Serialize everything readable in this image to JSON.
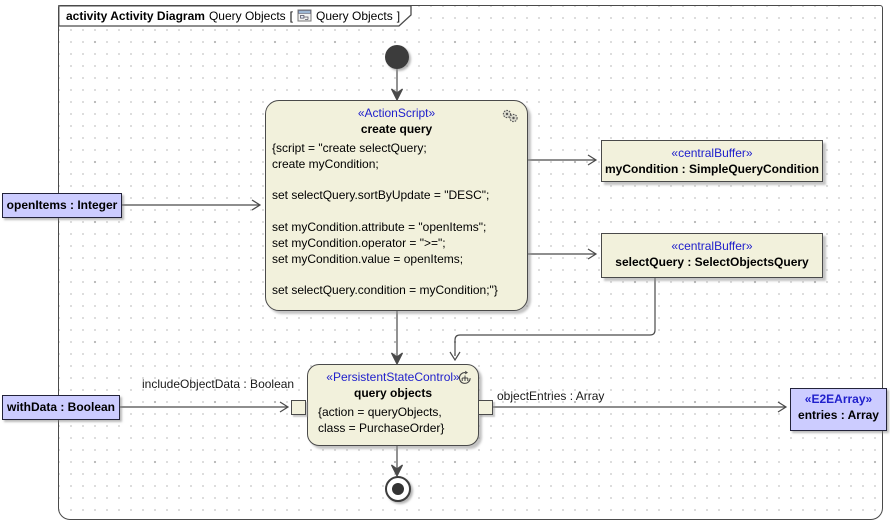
{
  "diagram": {
    "frame_title": {
      "keyword_bold": "activity Activity Diagram",
      "name": "Query Objects",
      "bracket_open": "[",
      "bracket_label": "Query Objects",
      "bracket_close": "]"
    },
    "icons": {
      "header_icon": "activity-diagram-icon",
      "create_query_icon": "gears-icon",
      "query_objects_icon": "call-behavior-icon"
    }
  },
  "nodes": {
    "create_query": {
      "stereotype": "«ActionScript»",
      "title": "create query",
      "script_lines": [
        "{script = \"create selectQuery;",
        "create myCondition;",
        "",
        "set selectQuery.sortByUpdate = \"DESC\";",
        "",
        "set myCondition.attribute = \"openItems\";",
        "set myCondition.operator = \">=\";",
        "set myCondition.value = openItems;",
        "",
        "set selectQuery.condition = myCondition;\"}"
      ]
    },
    "my_condition_buffer": {
      "stereotype": "«centralBuffer»",
      "label": "myCondition : SimpleQueryCondition"
    },
    "select_query_buffer": {
      "stereotype": "«centralBuffer»",
      "label": "selectQuery : SelectObjectsQuery"
    },
    "query_objects": {
      "stereotype": "«PersistentStateControl»",
      "title": "query objects",
      "param_line_1": "{action = queryObjects,",
      "param_line_2": "class = PurchaseOrder}"
    },
    "open_items_param": {
      "label": "openItems : Integer"
    },
    "with_data_param": {
      "label": "withData : Boolean"
    },
    "entries_param": {
      "stereotype": "«E2EArray»",
      "label": "entries : Array"
    }
  },
  "edge_labels": {
    "include_object_data": "includeObjectData : Boolean",
    "object_entries": "objectEntries : Array"
  },
  "colors": {
    "node_fill": "#F2F1DC",
    "param_fill": "#CCCCFF",
    "stereotype_text": "#2020CC",
    "line_color": "#4A4A4A",
    "start_node_fill": "#3C3C3C"
  }
}
